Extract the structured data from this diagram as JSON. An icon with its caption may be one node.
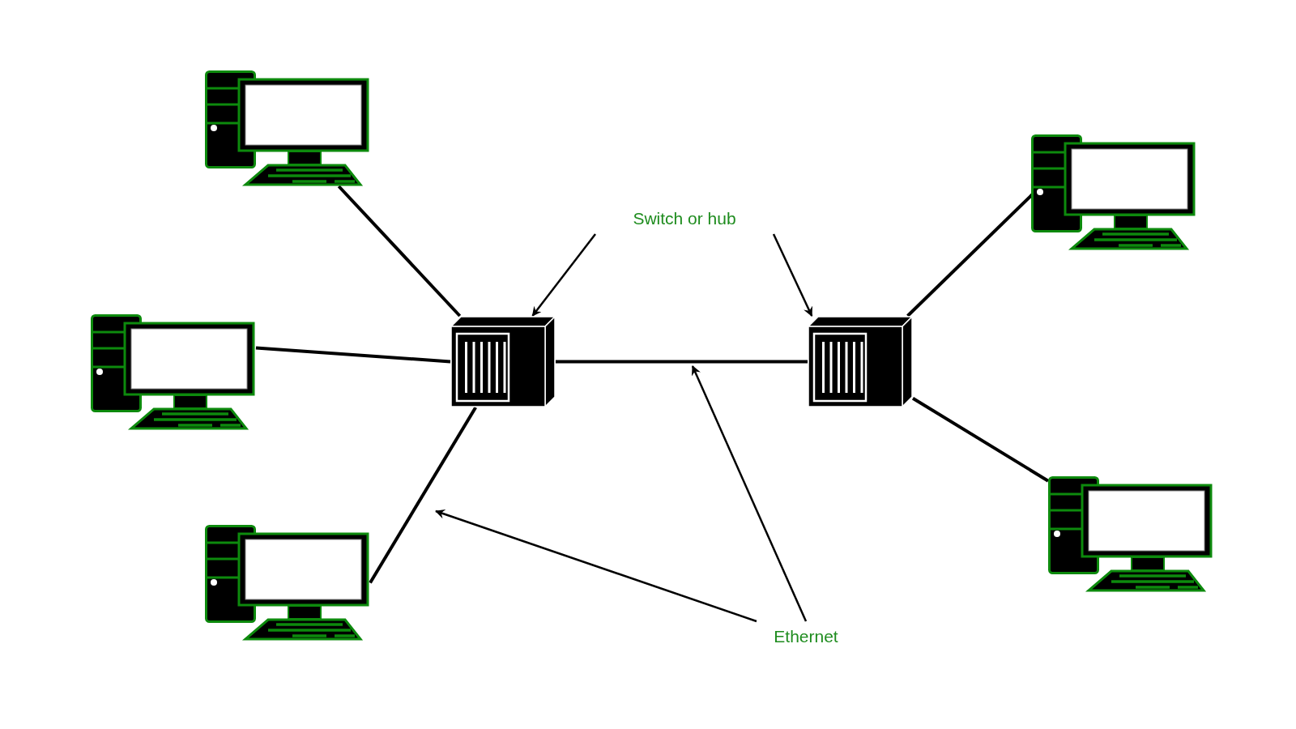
{
  "diagram": {
    "nodes": [
      {
        "text": [],
        "shape": "picture"
      },
      {
        "text": [],
        "shape": "picture"
      },
      {
        "text": [],
        "shape": "picture"
      },
      {
        "text": [],
        "shape": "picture"
      },
      {
        "text": [],
        "shape": "picture"
      },
      {
        "text": [],
        "shape": "picture"
      },
      {
        "text": [],
        "shape": "picture"
      },
      {
        "text": [
          "Switch or hub"
        ]
      },
      {
        "text": [
          "Ethernet"
        ]
      }
    ],
    "edges": [
      {
        "from": 0,
        "to": 3,
        "arrow": "none"
      },
      {
        "from": 1,
        "to": 3,
        "arrow": "none"
      },
      {
        "from": 2,
        "to": 3,
        "arrow": "none"
      },
      {
        "from": 3,
        "to": 4,
        "arrow": "none"
      },
      {
        "from": 4,
        "to": 5,
        "arrow": "none"
      },
      {
        "from": 4,
        "to": 6,
        "arrow": "none"
      },
      {
        "from": 7,
        "to": 3,
        "arrow": "to"
      },
      {
        "from": 7,
        "to": 4,
        "arrow": "to"
      },
      {
        "from": 8,
        "to": null,
        "arrow": "to"
      },
      {
        "from": 8,
        "to": null,
        "arrow": "to"
      }
    ]
  }
}
